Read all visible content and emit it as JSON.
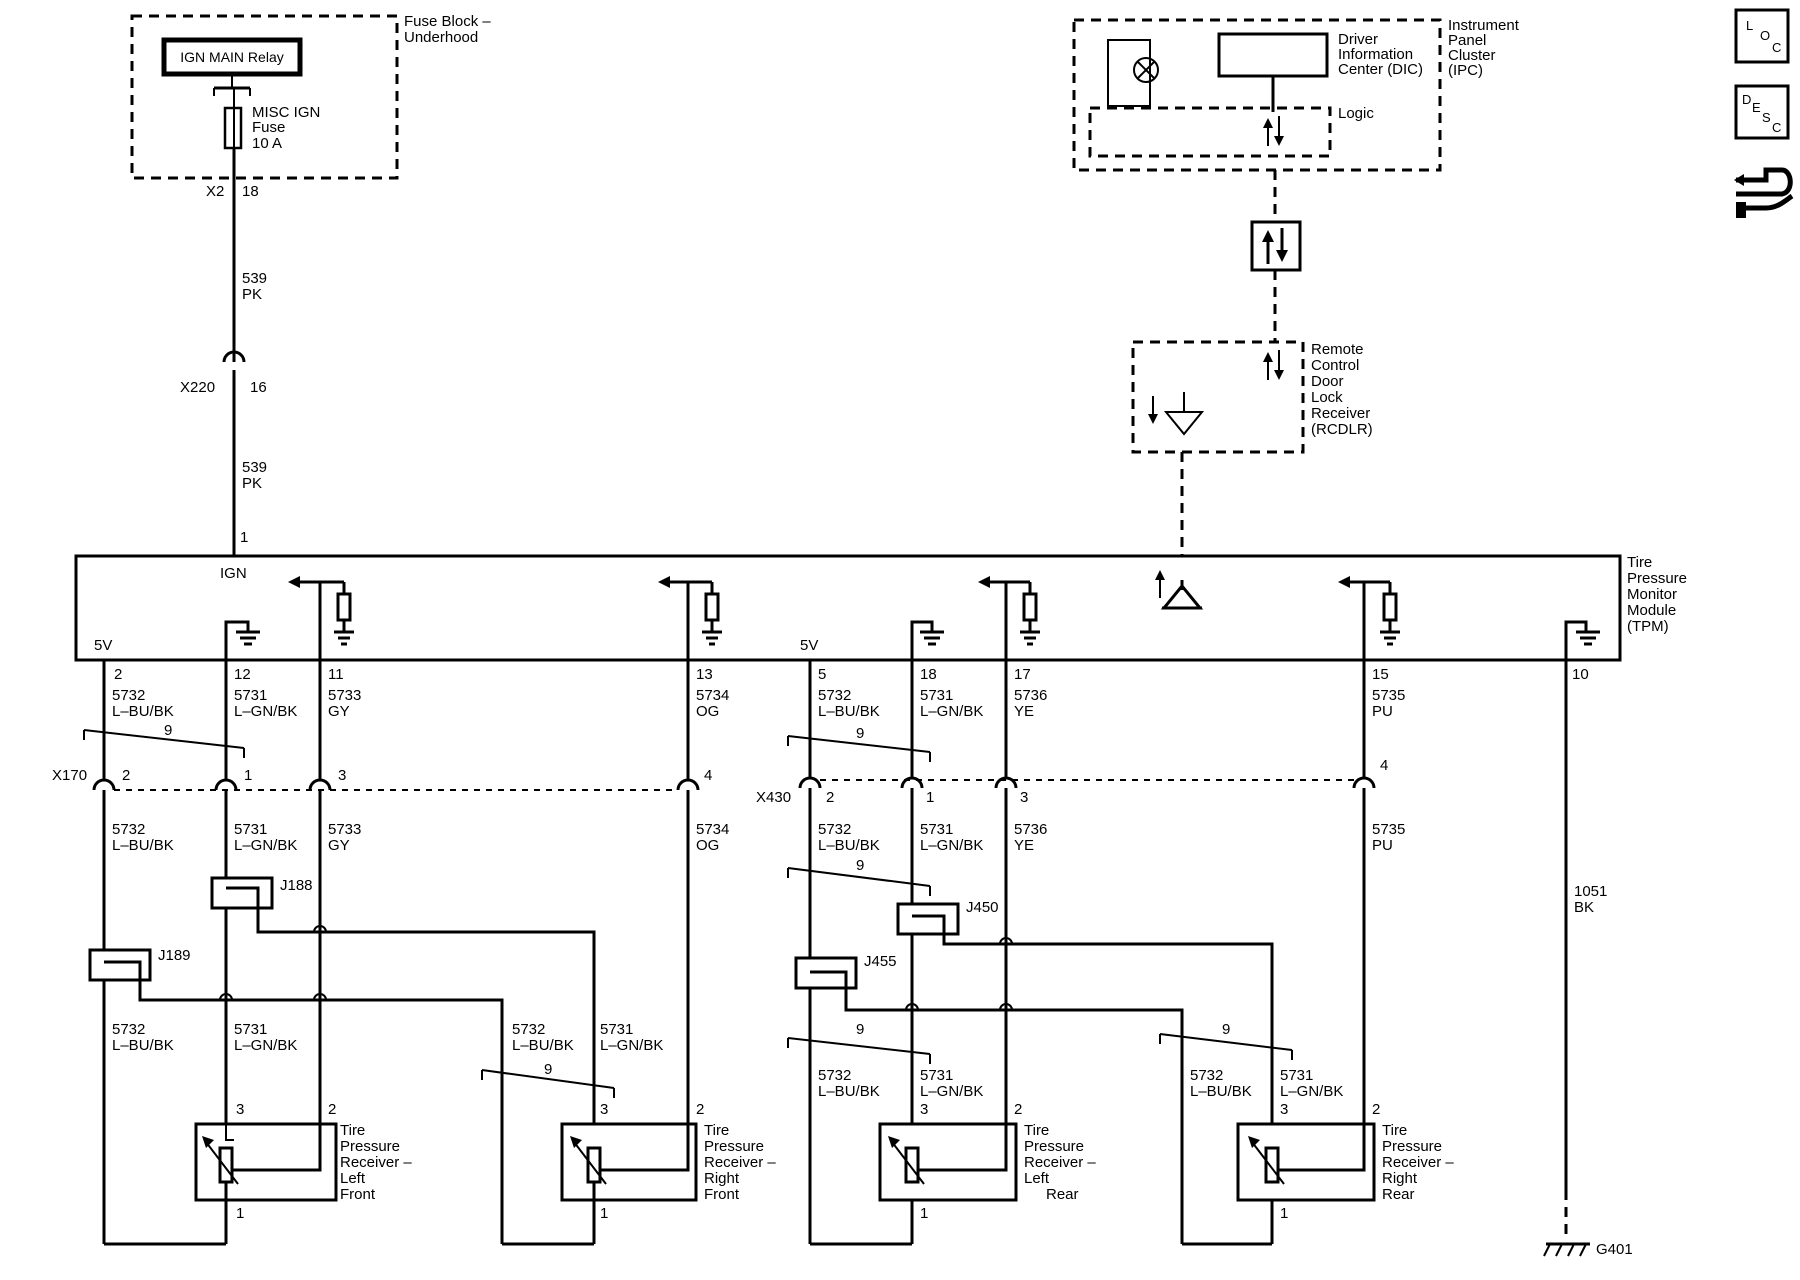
{
  "fuse_block": {
    "title": [
      "Fuse Block –",
      "Underhood"
    ],
    "relay": "IGN MAIN Relay",
    "fuse": [
      "MISC IGN",
      "Fuse",
      "10 A"
    ],
    "connector": "X2",
    "pin": "18"
  },
  "ign_wire_upper": {
    "circuit": "539",
    "color": "PK"
  },
  "inline_x220": {
    "name": "X220",
    "pin": "16"
  },
  "ign_wire_lower": {
    "circuit": "539",
    "color": "PK"
  },
  "ipc": {
    "title": [
      "Instrument",
      "Panel",
      "Cluster",
      "(IPC)"
    ],
    "dic": [
      "Driver",
      "Information",
      "Center (DIC)"
    ],
    "logic": "Logic"
  },
  "rcdlr": {
    "title": [
      "Remote",
      "Control",
      "Door",
      "Lock",
      "Receiver",
      "(RCDLR)"
    ]
  },
  "tpm": {
    "title": [
      "Tire",
      "Pressure",
      "Monitor",
      "Module",
      "(TPM)"
    ],
    "ign_pin": "1",
    "ign_label": "IGN",
    "v5_label": "5V",
    "pins": [
      "2",
      "12",
      "11",
      "13",
      "5",
      "18",
      "17",
      "15",
      "10"
    ]
  },
  "wires_tpm": [
    {
      "circuit": "5732",
      "color": "L–BU/BK"
    },
    {
      "circuit": "5731",
      "color": "L–GN/BK"
    },
    {
      "circuit": "5733",
      "color": "GY"
    },
    {
      "circuit": "5734",
      "color": "OG"
    },
    {
      "circuit": "5732",
      "color": "L–BU/BK"
    },
    {
      "circuit": "5731",
      "color": "L–GN/BK"
    },
    {
      "circuit": "5736",
      "color": "YE"
    },
    {
      "circuit": "5735",
      "color": "PU"
    }
  ],
  "x170": {
    "name": "X170",
    "pins": [
      "2",
      "1",
      "3",
      "4"
    ]
  },
  "x430": {
    "name": "X430",
    "pins": [
      "2",
      "1",
      "3",
      "4"
    ]
  },
  "twist": "9",
  "splices": [
    "J188",
    "J189",
    "J450",
    "J455"
  ],
  "ground_wire": {
    "circuit": "1051",
    "color": "BK"
  },
  "ground": "G401",
  "receivers": [
    {
      "title": [
        "Tire",
        "Pressure",
        "Receiver –",
        "Left",
        "Front"
      ],
      "pins": [
        "3",
        "2",
        "1"
      ],
      "circuits": [
        {
          "circuit": "5732",
          "color": "L–BU/BK"
        },
        {
          "circuit": "5731",
          "color": "L–GN/BK"
        }
      ]
    },
    {
      "title": [
        "Tire",
        "Pressure",
        "Receiver –",
        "Right",
        "Front"
      ],
      "pins": [
        "3",
        "2",
        "1"
      ],
      "circuits": [
        {
          "circuit": "5732",
          "color": "L–BU/BK"
        },
        {
          "circuit": "5731",
          "color": "L–GN/BK"
        }
      ]
    },
    {
      "title": [
        "Tire",
        "Pressure",
        "Receiver –",
        "Left",
        "Rear"
      ],
      "pins": [
        "3",
        "2",
        "1"
      ],
      "circuits": [
        {
          "circuit": "5732",
          "color": "L–BU/BK"
        },
        {
          "circuit": "5731",
          "color": "L–GN/BK"
        }
      ]
    },
    {
      "title": [
        "Tire",
        "Pressure",
        "Receiver –",
        "Right",
        "Rear"
      ],
      "pins": [
        "3",
        "2",
        "1"
      ],
      "circuits": [
        {
          "circuit": "5732",
          "color": "L–BU/BK"
        },
        {
          "circuit": "5731",
          "color": "L–GN/BK"
        }
      ]
    }
  ],
  "side_icons": {
    "loc": [
      "L",
      "O",
      "C"
    ],
    "desc": [
      "D",
      "E",
      "S",
      "C"
    ]
  }
}
